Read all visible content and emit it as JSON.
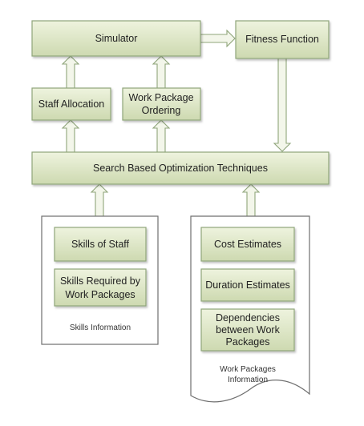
{
  "nodes": {
    "simulator": "Simulator",
    "fitness_function": "Fitness Function",
    "staff_allocation": "Staff Allocation",
    "work_package_ordering": [
      "Work Package",
      "Ordering"
    ],
    "search_based_optimization": "Search Based Optimization Techniques",
    "skills_of_staff": "Skills of Staff",
    "skills_required": [
      "Skills Required by",
      "Work Packages"
    ],
    "cost_estimates": "Cost Estimates",
    "duration_estimates": "Duration Estimates",
    "dependencies": [
      "Dependencies",
      "between Work",
      "Packages"
    ]
  },
  "documents": {
    "skills_information": "Skills Information",
    "work_packages_information": [
      "Work Packages",
      "Information"
    ]
  },
  "colors": {
    "box_fill_top": "#eef3de",
    "box_fill_bottom": "#cdd9b0",
    "box_border": "#8fa57a",
    "arrow_fill": "#f3f6ea"
  }
}
